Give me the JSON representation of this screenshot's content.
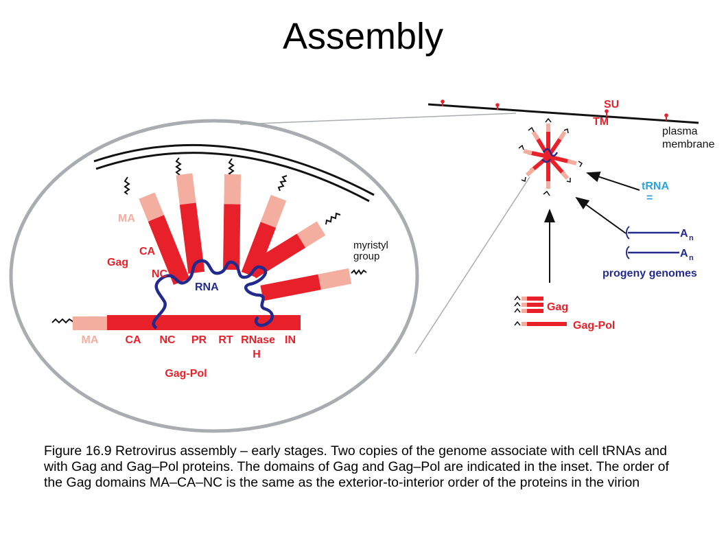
{
  "title": "Assembly",
  "colors": {
    "red": "#e8202a",
    "pink": "#f4aea0",
    "blue": "#232a8e",
    "light_blue": "#2ba3dc",
    "gray": "#a9adb2",
    "black": "#111111"
  },
  "inset": {
    "gag_labels": {
      "ma": "MA",
      "ca": "CA",
      "nc": "NC",
      "gag": "Gag"
    },
    "rna": "RNA",
    "myristyl": [
      "myristyl",
      "group"
    ],
    "domains": [
      "MA",
      "CA",
      "NC",
      "PR",
      "RT",
      "RNase",
      "IN"
    ],
    "domain_h": "H",
    "gag_pol": "Gag-Pol"
  },
  "membrane": {
    "su": "SU",
    "tm": "TM",
    "label": [
      "plasma",
      "membrane"
    ]
  },
  "trna": {
    "label": "tRNA",
    "eq": "="
  },
  "genomes": {
    "a": "A",
    "n": "n",
    "label": "progeny genomes"
  },
  "legend": {
    "gag": "Gag",
    "gag_pol": "Gag-Pol"
  },
  "caption": "Figure 16.9 Retrovirus assembly – early stages. Two copies of the genome associate with cell tRNAs and with Gag and Gag–Pol proteins. The domains of Gag and Gag–Pol are indicated in the inset. The order of the Gag domains MA–CA–NC  is the same as the exterior-to-interior order of the proteins in the virion"
}
